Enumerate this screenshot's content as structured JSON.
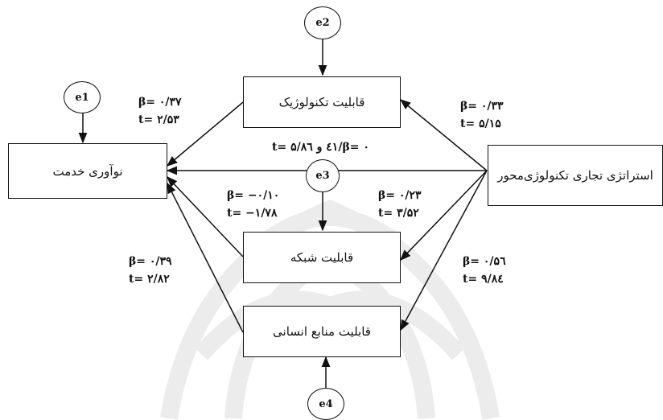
{
  "nodes": {
    "service_innovation": "نوآوری خدمت",
    "tech_capability": "قابلیت تکنولوژیک",
    "network_capability": "قابلیت شبکه",
    "hr_capability": "قابلیت منابع انسانی",
    "tech_strategy": "استراتژی تجاری تکنولوژی‌محور"
  },
  "errors": {
    "e1": "e1",
    "e2": "e2",
    "e3": "e3",
    "e4": "e4"
  },
  "paths": {
    "tech_to_innovation": {
      "beta": "β= ۰/۳۷",
      "t": "t= ۲/۵۳"
    },
    "strategy_to_tech": {
      "beta": "β= ۰/۳۳",
      "t": "t= ۵/۱۵"
    },
    "strategy_to_innovation": {
      "combined": "β= ۰/٤۱ و t= ۵/۸٦"
    },
    "network_to_innovation": {
      "beta": "β= −۰/۱۰",
      "t": "t= −۱/۷۸"
    },
    "strategy_to_network": {
      "beta": "β= ۰/۲۳",
      "t": "t= ۳/۵۲"
    },
    "hr_to_innovation": {
      "beta": "β= ۰/۳۹",
      "t": "t= ۲/۸۲"
    },
    "strategy_to_hr": {
      "beta": "β= ۰/۵٦",
      "t": "t= ۹/۸٤"
    }
  },
  "colors": {
    "line": "#111111",
    "watermark": "#e9e9e9"
  }
}
